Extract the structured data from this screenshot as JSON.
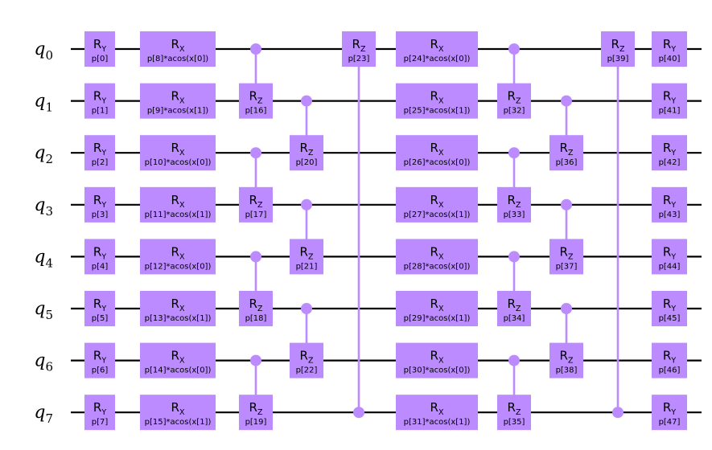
{
  "circuit": {
    "qubits": [
      {
        "name": "q",
        "index": "0"
      },
      {
        "name": "q",
        "index": "1"
      },
      {
        "name": "q",
        "index": "2"
      },
      {
        "name": "q",
        "index": "3"
      },
      {
        "name": "q",
        "index": "4"
      },
      {
        "name": "q",
        "index": "5"
      },
      {
        "name": "q",
        "index": "6"
      },
      {
        "name": "q",
        "index": "7"
      }
    ],
    "colors": {
      "gate": "#bb8bff",
      "wire": "#000000"
    },
    "layers": [
      {
        "gates": [
          {
            "type": "single",
            "name": "R",
            "sub": "Y",
            "param": "p[0]",
            "qubit": 0
          },
          {
            "type": "single",
            "name": "R",
            "sub": "Y",
            "param": "p[1]",
            "qubit": 1
          },
          {
            "type": "single",
            "name": "R",
            "sub": "Y",
            "param": "p[2]",
            "qubit": 2
          },
          {
            "type": "single",
            "name": "R",
            "sub": "Y",
            "param": "p[3]",
            "qubit": 3
          },
          {
            "type": "single",
            "name": "R",
            "sub": "Y",
            "param": "p[4]",
            "qubit": 4
          },
          {
            "type": "single",
            "name": "R",
            "sub": "Y",
            "param": "p[5]",
            "qubit": 5
          },
          {
            "type": "single",
            "name": "R",
            "sub": "Y",
            "param": "p[6]",
            "qubit": 6
          },
          {
            "type": "single",
            "name": "R",
            "sub": "Y",
            "param": "p[7]",
            "qubit": 7
          }
        ]
      },
      {
        "gates": [
          {
            "type": "single",
            "name": "R",
            "sub": "X",
            "param": "p[8]*acos(x[0])",
            "qubit": 0
          },
          {
            "type": "single",
            "name": "R",
            "sub": "X",
            "param": "p[9]*acos(x[1])",
            "qubit": 1
          },
          {
            "type": "single",
            "name": "R",
            "sub": "X",
            "param": "p[10]*acos(x[0])",
            "qubit": 2
          },
          {
            "type": "single",
            "name": "R",
            "sub": "X",
            "param": "p[11]*acos(x[1])",
            "qubit": 3
          },
          {
            "type": "single",
            "name": "R",
            "sub": "X",
            "param": "p[12]*acos(x[0])",
            "qubit": 4
          },
          {
            "type": "single",
            "name": "R",
            "sub": "X",
            "param": "p[13]*acos(x[1])",
            "qubit": 5
          },
          {
            "type": "single",
            "name": "R",
            "sub": "X",
            "param": "p[14]*acos(x[0])",
            "qubit": 6
          },
          {
            "type": "single",
            "name": "R",
            "sub": "X",
            "param": "p[15]*acos(x[1])",
            "qubit": 7
          }
        ]
      },
      {
        "gates": [
          {
            "type": "controlled",
            "name": "R",
            "sub": "Z",
            "param": "p[16]",
            "control": 0,
            "target": 1
          },
          {
            "type": "controlled",
            "name": "R",
            "sub": "Z",
            "param": "p[17]",
            "control": 2,
            "target": 3
          },
          {
            "type": "controlled",
            "name": "R",
            "sub": "Z",
            "param": "p[18]",
            "control": 4,
            "target": 5
          },
          {
            "type": "controlled",
            "name": "R",
            "sub": "Z",
            "param": "p[19]",
            "control": 6,
            "target": 7
          }
        ]
      },
      {
        "gates": [
          {
            "type": "controlled",
            "name": "R",
            "sub": "Z",
            "param": "p[20]",
            "control": 1,
            "target": 2
          },
          {
            "type": "controlled",
            "name": "R",
            "sub": "Z",
            "param": "p[21]",
            "control": 3,
            "target": 4
          },
          {
            "type": "controlled",
            "name": "R",
            "sub": "Z",
            "param": "p[22]",
            "control": 5,
            "target": 6
          }
        ]
      },
      {
        "gates": [
          {
            "type": "controlled",
            "name": "R",
            "sub": "Z",
            "param": "p[23]",
            "control": 7,
            "target": 0
          }
        ]
      },
      {
        "gates": [
          {
            "type": "single",
            "name": "R",
            "sub": "X",
            "param": "p[24]*acos(x[0])",
            "qubit": 0
          },
          {
            "type": "single",
            "name": "R",
            "sub": "X",
            "param": "p[25]*acos(x[1])",
            "qubit": 1
          },
          {
            "type": "single",
            "name": "R",
            "sub": "X",
            "param": "p[26]*acos(x[0])",
            "qubit": 2
          },
          {
            "type": "single",
            "name": "R",
            "sub": "X",
            "param": "p[27]*acos(x[1])",
            "qubit": 3
          },
          {
            "type": "single",
            "name": "R",
            "sub": "X",
            "param": "p[28]*acos(x[0])",
            "qubit": 4
          },
          {
            "type": "single",
            "name": "R",
            "sub": "X",
            "param": "p[29]*acos(x[1])",
            "qubit": 5
          },
          {
            "type": "single",
            "name": "R",
            "sub": "X",
            "param": "p[30]*acos(x[0])",
            "qubit": 6
          },
          {
            "type": "single",
            "name": "R",
            "sub": "X",
            "param": "p[31]*acos(x[1])",
            "qubit": 7
          }
        ]
      },
      {
        "gates": [
          {
            "type": "controlled",
            "name": "R",
            "sub": "Z",
            "param": "p[32]",
            "control": 0,
            "target": 1
          },
          {
            "type": "controlled",
            "name": "R",
            "sub": "Z",
            "param": "p[33]",
            "control": 2,
            "target": 3
          },
          {
            "type": "controlled",
            "name": "R",
            "sub": "Z",
            "param": "p[34]",
            "control": 4,
            "target": 5
          },
          {
            "type": "controlled",
            "name": "R",
            "sub": "Z",
            "param": "p[35]",
            "control": 6,
            "target": 7
          }
        ]
      },
      {
        "gates": [
          {
            "type": "controlled",
            "name": "R",
            "sub": "Z",
            "param": "p[36]",
            "control": 1,
            "target": 2
          },
          {
            "type": "controlled",
            "name": "R",
            "sub": "Z",
            "param": "p[37]",
            "control": 3,
            "target": 4
          },
          {
            "type": "controlled",
            "name": "R",
            "sub": "Z",
            "param": "p[38]",
            "control": 5,
            "target": 6
          }
        ]
      },
      {
        "gates": [
          {
            "type": "controlled",
            "name": "R",
            "sub": "Z",
            "param": "p[39]",
            "control": 7,
            "target": 0
          }
        ]
      },
      {
        "gates": [
          {
            "type": "single",
            "name": "R",
            "sub": "Y",
            "param": "p[40]",
            "qubit": 0
          },
          {
            "type": "single",
            "name": "R",
            "sub": "Y",
            "param": "p[41]",
            "qubit": 1
          },
          {
            "type": "single",
            "name": "R",
            "sub": "Y",
            "param": "p[42]",
            "qubit": 2
          },
          {
            "type": "single",
            "name": "R",
            "sub": "Y",
            "param": "p[43]",
            "qubit": 3
          },
          {
            "type": "single",
            "name": "R",
            "sub": "Y",
            "param": "p[44]",
            "qubit": 4
          },
          {
            "type": "single",
            "name": "R",
            "sub": "Y",
            "param": "p[45]",
            "qubit": 5
          },
          {
            "type": "single",
            "name": "R",
            "sub": "Y",
            "param": "p[46]",
            "qubit": 6
          },
          {
            "type": "single",
            "name": "R",
            "sub": "Y",
            "param": "p[47]",
            "qubit": 7
          }
        ]
      }
    ]
  }
}
